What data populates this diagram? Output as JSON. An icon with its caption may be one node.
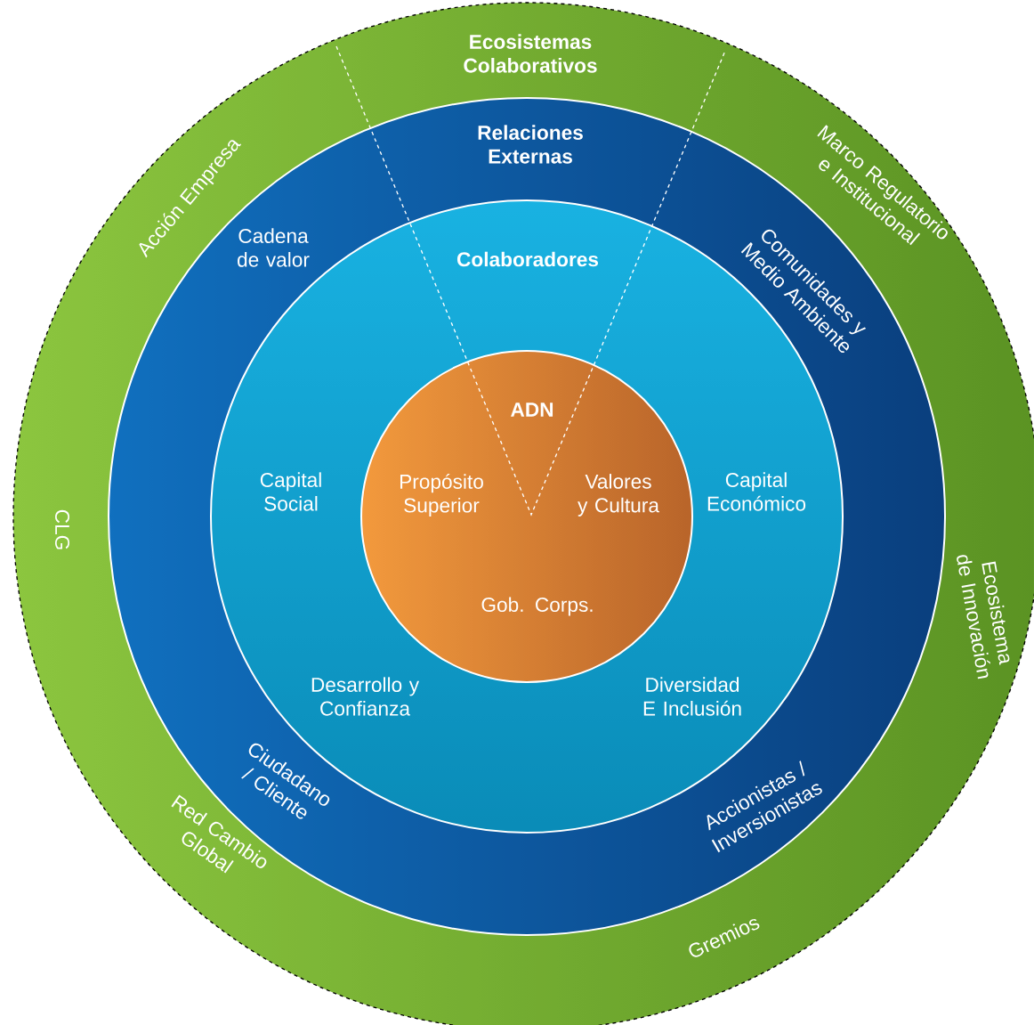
{
  "diagram": {
    "nodes": [
      {
        "text": [
          "Ecosistemas Colaborativos"
        ]
      },
      {
        "text": [
          "Relaciones Externas"
        ],
        "in": 0
      },
      {
        "text": [
          "Colaboradores",
          "Capital Social",
          "Capital Económico",
          "Desarrollo y Confianza",
          "Diversidad E Inclusión"
        ],
        "in": 1
      },
      {
        "text": [
          "ADN",
          "Propósito Superior",
          "Valores y Cultura",
          "Gob. Corps."
        ],
        "in": 2
      }
    ],
    "labels": [
      "Acción Empresa",
      "Marco Regulatorio e Institucional",
      "Cadena de valor",
      "Comunidades y Medio Ambiente",
      "CLG",
      "Ecosistema de Innovación",
      "Ciudadano / Cliente",
      "Accionistas / Inversionistas",
      "Red Cambio Global",
      "Gremios"
    ]
  }
}
